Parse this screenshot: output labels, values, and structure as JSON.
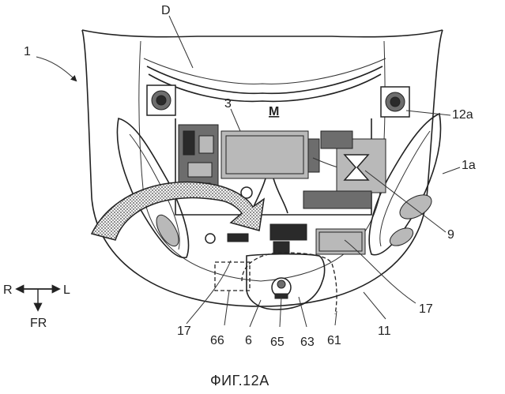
{
  "caption": "ФИГ.12А",
  "colors": {
    "line": "#222222",
    "shade_dark": "#2a2a2a",
    "shade_mid": "#6d6d6d",
    "shade_light": "#b9b9b9",
    "background": "#ffffff"
  },
  "labels": {
    "ref_1": "1",
    "ref_D": "D",
    "ref_3": "3",
    "ref_M": "M",
    "ref_12a": "12a",
    "ref_1a": "1a",
    "ref_9": "9",
    "ref_17_left": "17",
    "ref_17_right": "17",
    "ref_11": "11",
    "ref_66": "66",
    "ref_6": "6",
    "ref_65": "65",
    "ref_63": "63",
    "ref_61": "61"
  },
  "direction": {
    "right": "R",
    "left": "L",
    "front": "FR"
  }
}
